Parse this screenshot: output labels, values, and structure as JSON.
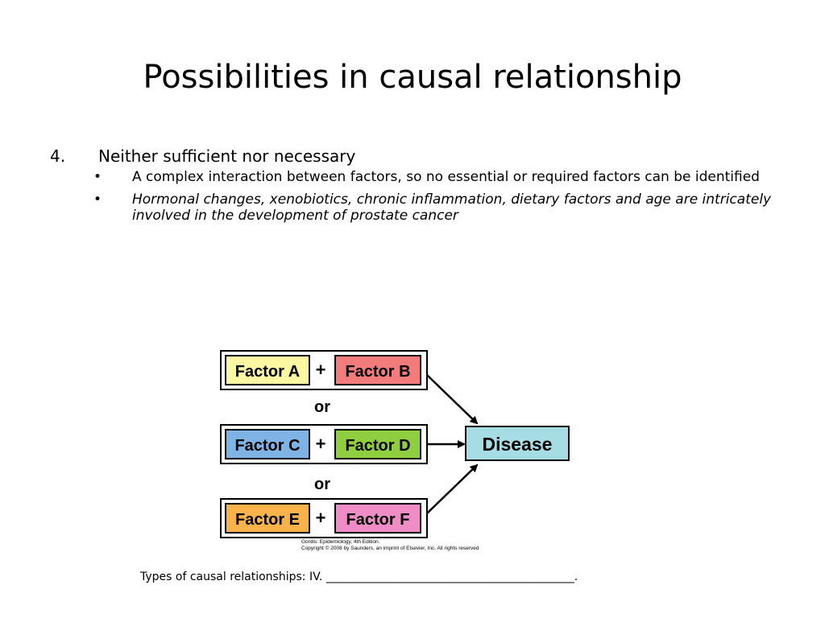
{
  "slide": {
    "title": "Possibilities in causal relationship",
    "point": {
      "number": "4.",
      "heading": "Neither sufficient nor necessary"
    },
    "bullets": [
      {
        "marker": "•",
        "text": "A complex interaction between factors, so no essential or required factors can be identified",
        "italic": false
      },
      {
        "marker": "•",
        "text": "Hormonal changes, xenobiotics, chronic inflammation, dietary factors and age are intricately involved in the development of prostate cancer",
        "italic": true
      }
    ],
    "caption": "Types of causal relationships: IV. ____________________________________________."
  },
  "diagram": {
    "pairs": [
      {
        "left": "Factor A",
        "right": "Factor B",
        "left_color": "#fbf7a3",
        "right_color": "#f27b7b"
      },
      {
        "left": "Factor C",
        "right": "Factor D",
        "left_color": "#7fb2e5",
        "right_color": "#8fcf3f"
      },
      {
        "left": "Factor E",
        "right": "Factor F",
        "left_color": "#f9b34a",
        "right_color": "#f08cc6"
      }
    ],
    "plus": "+",
    "connector": "or",
    "outcome": "Disease",
    "outcome_color": "#a6dde4",
    "credit_line1": "Gordis: Epidemiology, 4th Edition.",
    "credit_line2": "Copyright © 2008 by Saunders, an imprint of Elsevier, Inc. All rights reserved"
  }
}
